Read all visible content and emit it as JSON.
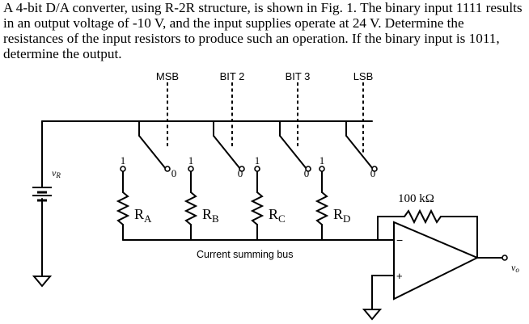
{
  "problem": {
    "text": "A 4-bit D/A converter, using R-2R structure, is shown in Fig. 1. The binary input 1111 results in an output voltage of -10 V, and the input supplies operate at 24 V. Determine the resistances of the input resistors to produce such an operation. If the binary input is 1011, determine the output."
  },
  "diagram": {
    "bit_labels": [
      "MSB",
      "BIT 2",
      "BIT 3",
      "LSB"
    ],
    "switch_high": "1",
    "switch_low": "0",
    "source_label_main": "v",
    "source_label_sub": "R",
    "resistors": [
      {
        "main": "R",
        "sub": "A"
      },
      {
        "main": "R",
        "sub": "B"
      },
      {
        "main": "R",
        "sub": "C"
      },
      {
        "main": "R",
        "sub": "D"
      }
    ],
    "feedback_resistor": "100 kΩ",
    "bus_label": "Current summing bus",
    "opamp_minus": "−",
    "opamp_plus": "+",
    "output_main": "v",
    "output_sub": "o"
  }
}
